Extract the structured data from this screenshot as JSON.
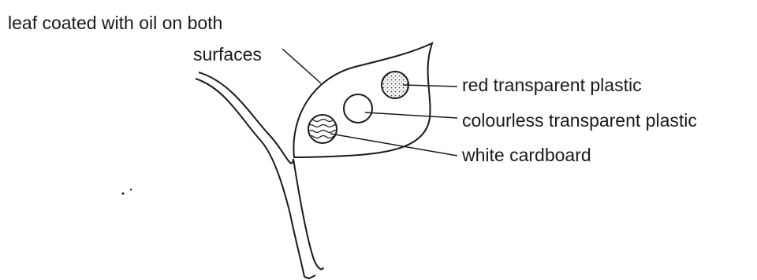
{
  "labels": {
    "leaf_line1": "leaf coated with oil on both",
    "leaf_line2": "surfaces",
    "red": "red transparent plastic",
    "colourless": "colourless transparent plastic",
    "white": "white cardboard"
  }
}
